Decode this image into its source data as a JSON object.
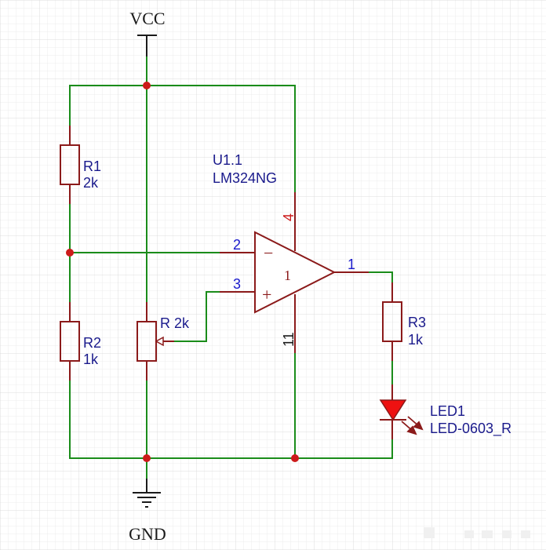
{
  "colors": {
    "background": "#ffffff",
    "grid_minor": "#ebebeb",
    "grid_major": "#d9d9d9",
    "wire": "#1a8c1a",
    "part": "#8b1a1a",
    "pin_number": "#1a1acc",
    "pin_number_supply": "#cc1a1a",
    "designator": "#1a1a8c",
    "junction": "#cc1a1a",
    "led_fill": "#ee1111",
    "net_label": "#1a1a1a"
  },
  "nets": {
    "vcc_label": "VCC",
    "gnd_label": "GND"
  },
  "components": {
    "r1": {
      "ref": "R1",
      "value": "2k"
    },
    "r2": {
      "ref": "R2",
      "value": "1k"
    },
    "r3": {
      "ref": "R3",
      "value": "1k"
    },
    "pot": {
      "label": "R 2k"
    },
    "u1": {
      "ref": "U1.1",
      "part": "LM324NG",
      "unit_number": "1",
      "pin_inverting": "2",
      "pin_noninverting": "3",
      "pin_output": "1",
      "pin_vplus": "4",
      "pin_vminus": "11",
      "minus_sign": "−",
      "plus_sign": "+"
    },
    "led1": {
      "ref": "LED1",
      "value": "LED-0603_R"
    }
  }
}
